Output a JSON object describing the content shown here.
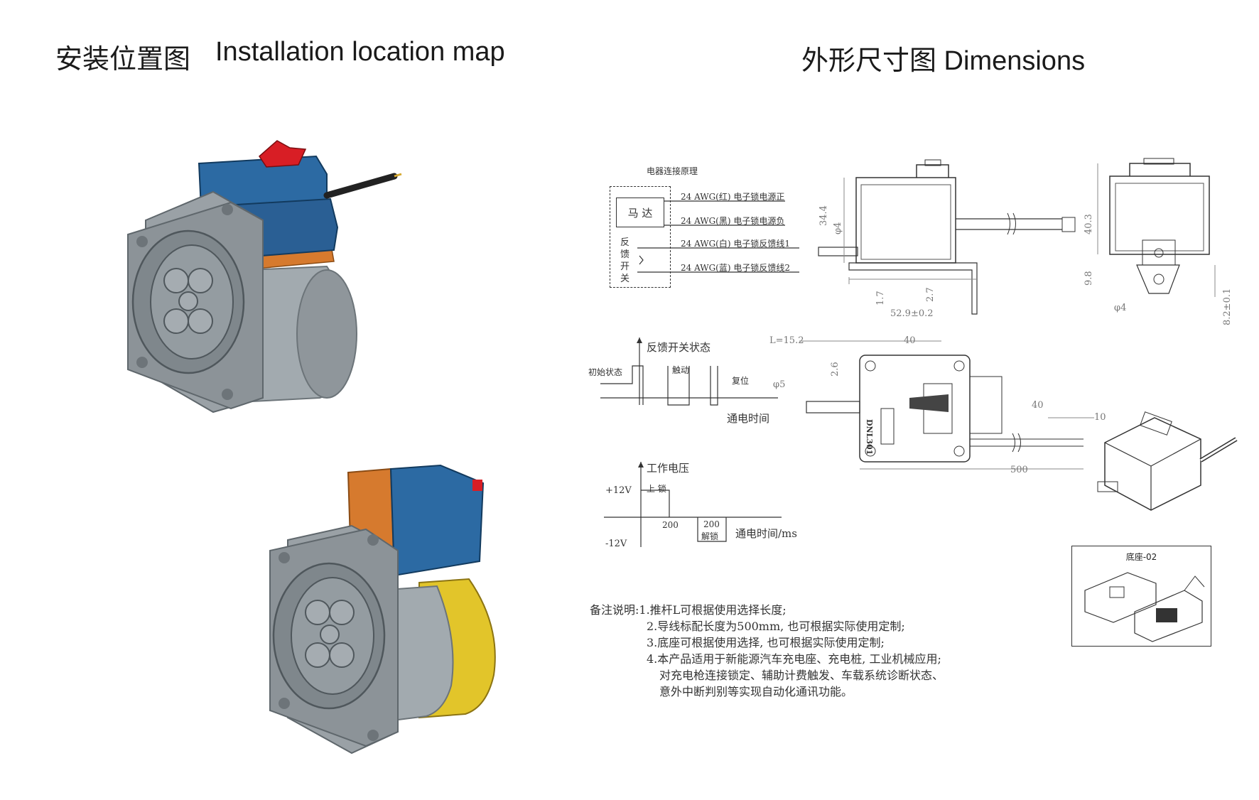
{
  "titles": {
    "install_cn": "安装位置图",
    "install_en": "Installation location map",
    "dims": "外形尺寸图 Dimensions"
  },
  "wiring": {
    "heading": "电器连接原理",
    "motor": "马 达",
    "switch": [
      "反",
      "馈",
      "开",
      "关"
    ],
    "wires": [
      "24 AWG(红)  电子锁电源正",
      "24 AWG(黑)  电子锁电源负",
      "24 AWG(白)     电子锁反馈线1",
      "24 AWG(蓝)     电子锁反馈线2"
    ]
  },
  "feedback_chart": {
    "ylabel": "反馈开关状态",
    "initial": "初始状态",
    "touch": "触动",
    "reset": "复位",
    "xlabel": "通电时间"
  },
  "voltage_chart": {
    "ylabel": "工作电压",
    "plus": "+12V",
    "minus": "-12V",
    "lock": "上 锁",
    "t1": "200",
    "t2": "200",
    "unlock": "解锁",
    "xlabel": "通电时间/ms"
  },
  "dimensions": {
    "height": "34.4",
    "phi_pin": "φ4",
    "d17": "1.7",
    "d27": "2.7",
    "length": "52.9±0.2",
    "side_h": "40.3",
    "d98": "9.8",
    "d82": "8.2±0.1",
    "phi_side": "φ4",
    "L": "L=15.2",
    "width40": "40",
    "d26": "2.6",
    "phi5": "φ5",
    "cable40": "40",
    "tip10": "10",
    "cable500": "500",
    "label_plate": "DNL301"
  },
  "base": {
    "label": "底座-02"
  },
  "notes": [
    "备注说明:1.推杆L可根据使用选择长度;",
    "2.导线标配长度为500mm, 也可根据实际使用定制;",
    "3.底座可根据使用选择, 也可根据实际使用定制;",
    "4.本产品适用于新能源汽车充电座、充电桩, 工业机械应用;",
    "对充电枪连接锁定、辅助计费触发、车载系统诊断状态、",
    "意外中断判别等实现自动化通讯功能。"
  ],
  "colors": {
    "blue": "#2c6aa3",
    "orange": "#d67a2e",
    "gray": "#8f969b",
    "red": "#d81e25",
    "yellow": "#e2c52a"
  }
}
